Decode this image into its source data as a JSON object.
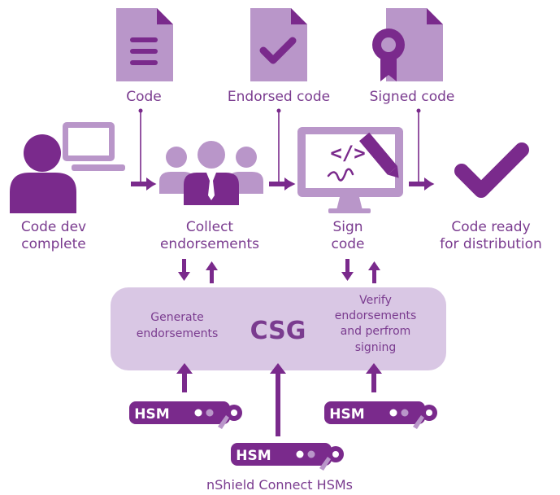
{
  "documents": {
    "code": {
      "label": "Code",
      "icon": "document-lines-icon"
    },
    "endorsed": {
      "label": "Endorsed code",
      "icon": "document-check-icon"
    },
    "signed": {
      "label": "Signed code",
      "icon": "document-seal-icon"
    }
  },
  "steps": {
    "code_dev": {
      "line1": "Code dev",
      "line2": "complete",
      "icon": "developer-laptop-icon"
    },
    "collect": {
      "line1": "Collect",
      "line2": "endorsements",
      "icon": "team-icon"
    },
    "sign": {
      "line1": "Sign",
      "line2": "code",
      "icon": "monitor-code-pen-icon"
    },
    "ready": {
      "line1": "Code ready",
      "line2": "for distribution",
      "icon": "checkmark-icon"
    }
  },
  "csg": {
    "title": "CSG",
    "left_line1": "Generate",
    "left_line2": "endorsements",
    "right_line1": "Verify",
    "right_line2": "endorsements",
    "right_line3": "and perfrom",
    "right_line4": "signing"
  },
  "hsm": {
    "label": "HSM",
    "footer": "nShield Connect HSMs"
  },
  "colors": {
    "dark_purple": "#7a2a8c",
    "light_purple": "#b996c9",
    "pale_purple": "#d9c7e4",
    "text_purple": "#7a3b8f"
  }
}
